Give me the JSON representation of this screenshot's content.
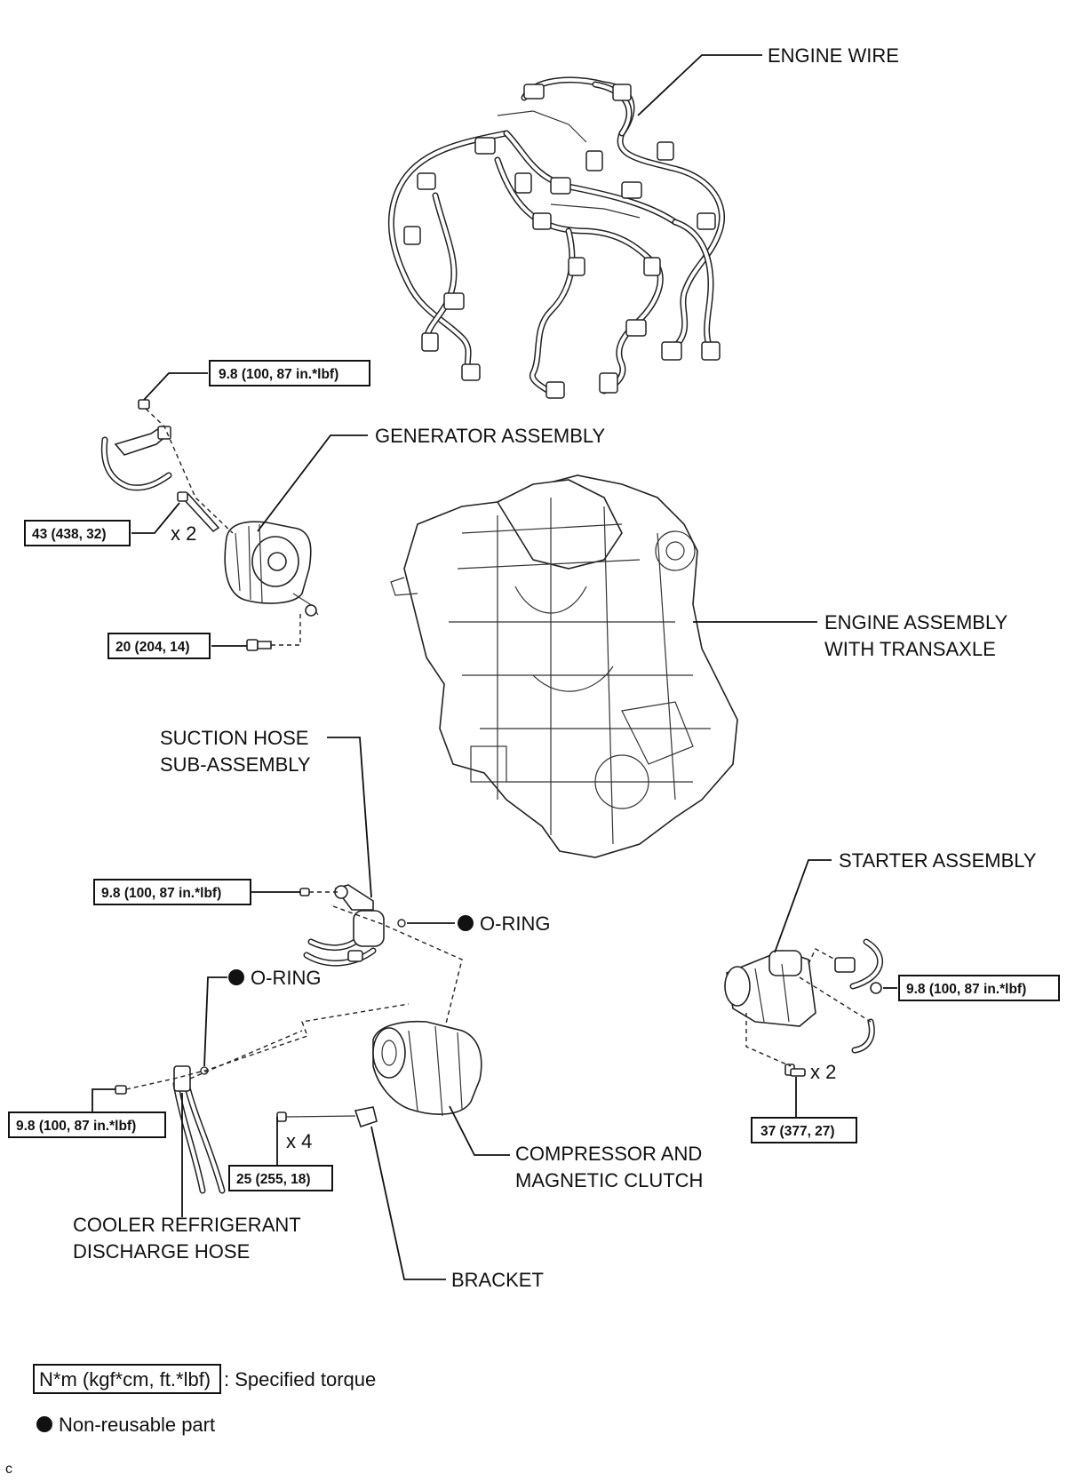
{
  "labels": {
    "engine_wire": "ENGINE WIRE",
    "generator_assembly": "GENERATOR ASSEMBLY",
    "engine_assembly_line1": "ENGINE ASSEMBLY",
    "engine_assembly_line2": "WITH TRANSAXLE",
    "suction_hose_line1": "SUCTION HOSE",
    "suction_hose_line2": "SUB-ASSEMBLY",
    "o_ring_suction": "O-RING",
    "o_ring_discharge": "O-RING",
    "starter_assembly": "STARTER ASSEMBLY",
    "compressor_line1": "COMPRESSOR AND",
    "compressor_line2": "MAGNETIC CLUTCH",
    "discharge_hose_line1": "COOLER REFRIGERANT",
    "discharge_hose_line2": "DISCHARGE HOSE",
    "bracket": "BRACKET"
  },
  "torques": {
    "generator_top": "9.8 (100, 87 in.*lbf)",
    "generator_bolt": "43 (438, 32)",
    "generator_bottom": "20 (204, 14)",
    "suction_hose": "9.8 (100, 87 in.*lbf)",
    "discharge_hose": "9.8 (100, 87 in.*lbf)",
    "compressor": "25 (255, 18)",
    "starter_nut": "9.8 (100, 87 in.*lbf)",
    "starter_bolt": "37 (377, 27)"
  },
  "quantities": {
    "generator_bolt": "x 2",
    "compressor_bolt": "x 4",
    "starter_bolt": "x 2"
  },
  "legend": {
    "torque_box": "N*m (kgf*cm, ft.*lbf)",
    "torque_text": ": Specified torque",
    "nonreusable_text": "Non-reusable part"
  },
  "corner_mark": "c"
}
